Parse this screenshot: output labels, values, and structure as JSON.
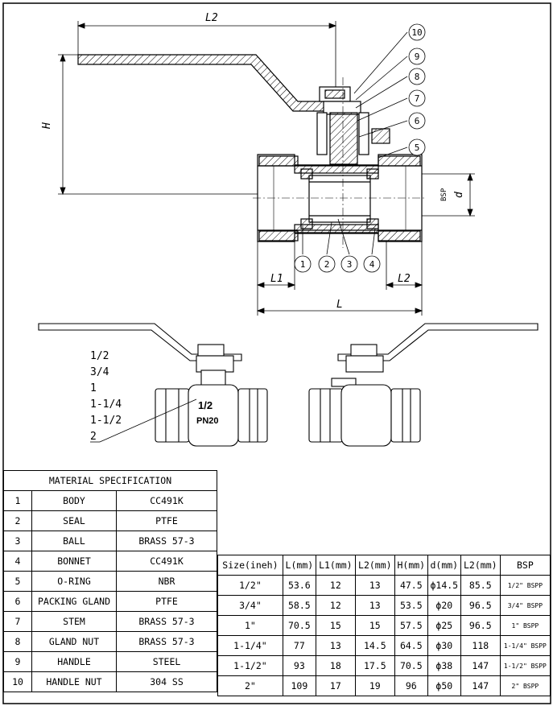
{
  "top_view": {
    "dim_labels": {
      "l2_top": "L2",
      "h": "H",
      "l1": "L1",
      "l2": "L2",
      "l": "L",
      "d": "d",
      "bsp": "BSP"
    },
    "balloons": [
      "1",
      "2",
      "3",
      "4",
      "5",
      "6",
      "7",
      "8",
      "9",
      "10"
    ]
  },
  "side_view": {
    "size_list": [
      "1/2",
      "3/4",
      "1",
      "1-1/4",
      "1-1/2",
      "2"
    ],
    "body_marking_size": "1/2",
    "body_marking_pressure": "PN20"
  },
  "material_spec": {
    "title": "MATERIAL SPECIFICATION",
    "rows": [
      {
        "no": "1",
        "part": "BODY",
        "material": "CC491K"
      },
      {
        "no": "2",
        "part": "SEAL",
        "material": "PTFE"
      },
      {
        "no": "3",
        "part": "BALL",
        "material": "BRASS 57-3"
      },
      {
        "no": "4",
        "part": "BONNET",
        "material": "CC491K"
      },
      {
        "no": "5",
        "part": "O-RING",
        "material": "NBR"
      },
      {
        "no": "6",
        "part": "PACKING GLAND",
        "material": "PTFE"
      },
      {
        "no": "7",
        "part": "STEM",
        "material": "BRASS 57-3"
      },
      {
        "no": "8",
        "part": "GLAND NUT",
        "material": "BRASS 57-3"
      },
      {
        "no": "9",
        "part": "HANDLE",
        "material": "STEEL"
      },
      {
        "no": "10",
        "part": "HANDLE NUT",
        "material": "304 SS"
      }
    ]
  },
  "dimensions": {
    "headers": [
      "Size(ineh)",
      "L(mm)",
      "L1(mm)",
      "L2(mm)",
      "H(mm)",
      "d(mm)",
      "L2(mm)",
      "BSP"
    ],
    "rows": [
      [
        "1/2\"",
        "53.6",
        "12",
        "13",
        "47.5",
        "ϕ14.5",
        "85.5",
        "1/2\" BSPP"
      ],
      [
        "3/4\"",
        "58.5",
        "12",
        "13",
        "53.5",
        "ϕ20",
        "96.5",
        "3/4\" BSPP"
      ],
      [
        "1\"",
        "70.5",
        "15",
        "15",
        "57.5",
        "ϕ25",
        "96.5",
        "1\" BSPP"
      ],
      [
        "1-1/4\"",
        "77",
        "13",
        "14.5",
        "64.5",
        "ϕ30",
        "118",
        "1-1/4\" BSPP"
      ],
      [
        "1-1/2\"",
        "93",
        "18",
        "17.5",
        "70.5",
        "ϕ38",
        "147",
        "1-1/2\" BSPP"
      ],
      [
        "2\"",
        "109",
        "17",
        "19",
        "96",
        "ϕ50",
        "147",
        "2\" BSPP"
      ]
    ]
  }
}
